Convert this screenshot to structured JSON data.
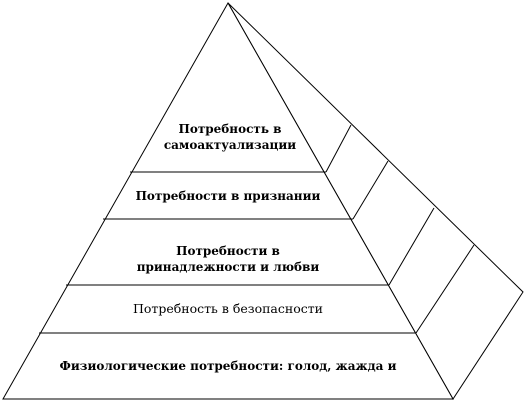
{
  "diagram": {
    "tiers": [
      {
        "id": "self-actualization",
        "lines": [
          "Потребность в",
          "самоактуализации"
        ]
      },
      {
        "id": "esteem",
        "lines": [
          "Потребности в признании"
        ]
      },
      {
        "id": "belonging",
        "lines": [
          "Потребности в",
          "принадлежности и любви"
        ]
      },
      {
        "id": "safety",
        "lines": [
          "Потребность в безопасности"
        ]
      },
      {
        "id": "physiological",
        "lines": [
          "Физиологические потребности: голод, жажда и"
        ]
      }
    ],
    "colors": {
      "stroke": "#000000",
      "fill": "#ffffff",
      "text": "#000000"
    }
  }
}
